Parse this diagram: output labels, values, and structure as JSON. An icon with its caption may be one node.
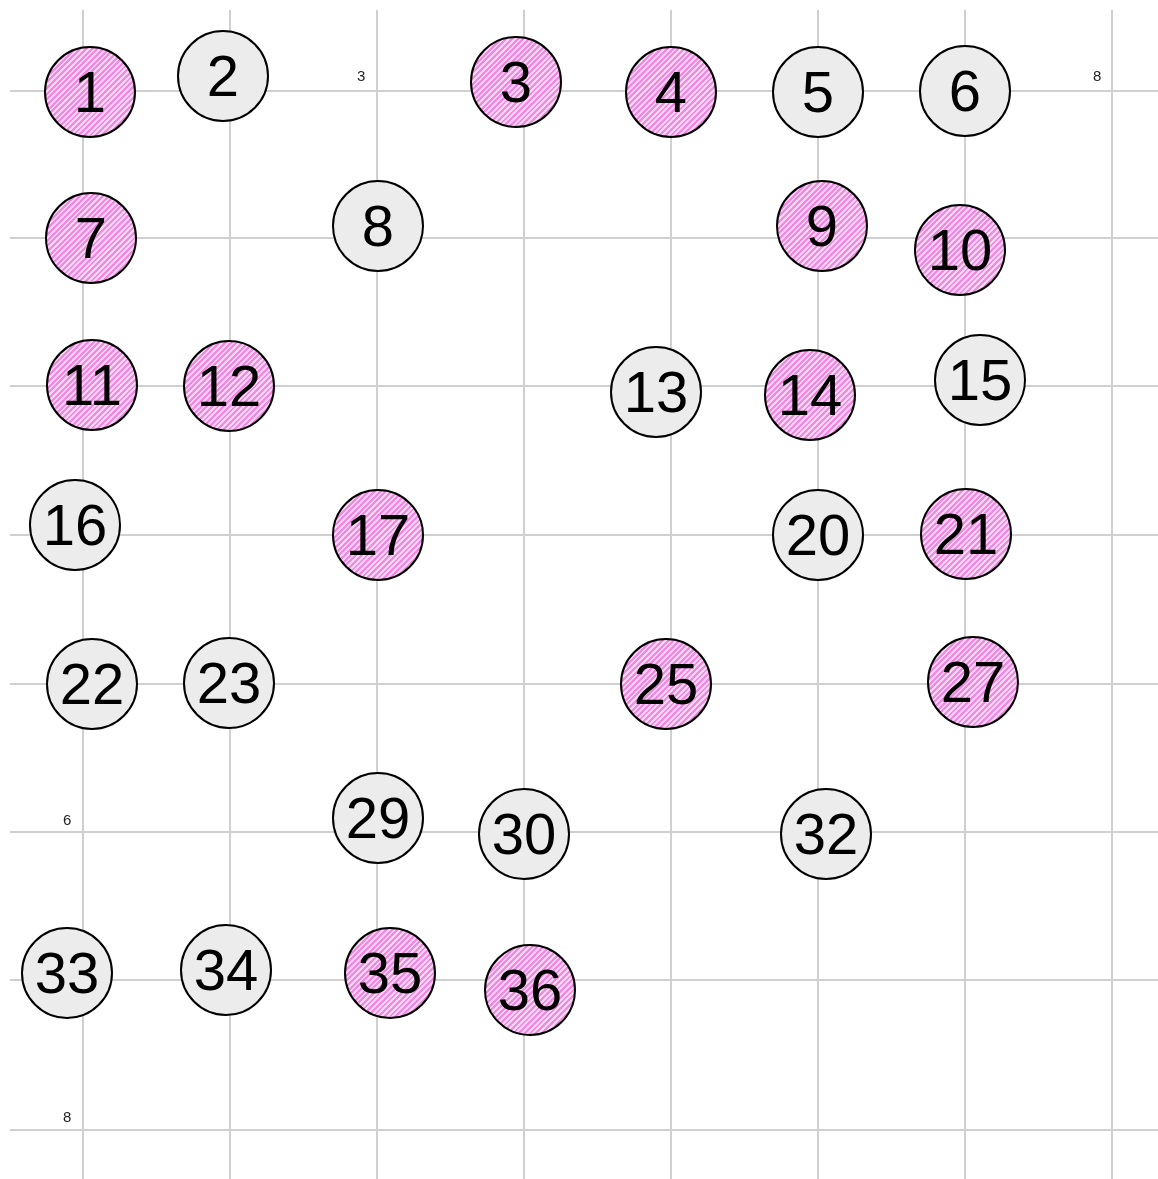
{
  "diagram": {
    "nodes": [
      {
        "text": [
          "1"
        ]
      },
      {
        "text": [
          "2"
        ]
      },
      {
        "text": [
          "3"
        ]
      },
      {
        "text": [
          "4"
        ]
      },
      {
        "text": [
          "5"
        ]
      },
      {
        "text": [
          "6"
        ]
      },
      {
        "text": [
          "7"
        ]
      },
      {
        "text": [
          "8"
        ]
      },
      {
        "text": [
          "9"
        ]
      },
      {
        "text": [
          "10"
        ]
      },
      {
        "text": [
          "11"
        ]
      },
      {
        "text": [
          "12"
        ]
      },
      {
        "text": [
          "13"
        ]
      },
      {
        "text": [
          "14"
        ]
      },
      {
        "text": [
          "15"
        ]
      },
      {
        "text": [
          "16"
        ]
      },
      {
        "text": [
          "17"
        ]
      },
      {
        "text": [
          "20"
        ]
      },
      {
        "text": [
          "21"
        ]
      },
      {
        "text": [
          "22"
        ]
      },
      {
        "text": [
          "23"
        ]
      },
      {
        "text": [
          "25"
        ]
      },
      {
        "text": [
          "27"
        ]
      },
      {
        "text": [
          "29"
        ]
      },
      {
        "text": [
          "30"
        ]
      },
      {
        "text": [
          "32"
        ]
      },
      {
        "text": [
          "33"
        ]
      },
      {
        "text": [
          "34"
        ]
      },
      {
        "text": [
          "35"
        ]
      },
      {
        "text": [
          "36"
        ]
      }
    ],
    "labels": [
      "3",
      "8",
      "6",
      "8"
    ]
  }
}
